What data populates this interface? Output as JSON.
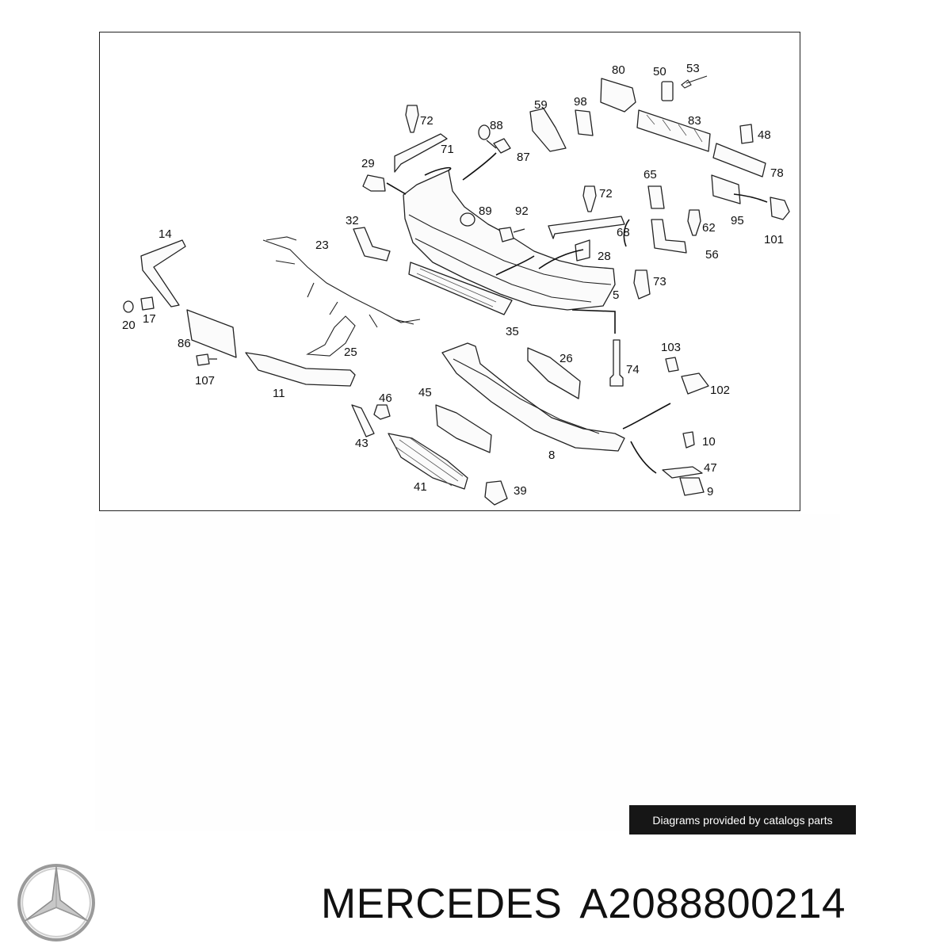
{
  "diagram": {
    "callouts": [
      {
        "id": "c80",
        "text": "80"
      },
      {
        "id": "c50",
        "text": "50"
      },
      {
        "id": "c53",
        "text": "53"
      },
      {
        "id": "c72a",
        "text": "72"
      },
      {
        "id": "c59",
        "text": "59"
      },
      {
        "id": "c98",
        "text": "98"
      },
      {
        "id": "c88",
        "text": "88"
      },
      {
        "id": "c83",
        "text": "83"
      },
      {
        "id": "c48",
        "text": "48"
      },
      {
        "id": "c71",
        "text": "71"
      },
      {
        "id": "c87",
        "text": "87"
      },
      {
        "id": "c29",
        "text": "29"
      },
      {
        "id": "c65",
        "text": "65"
      },
      {
        "id": "c78",
        "text": "78"
      },
      {
        "id": "c72b",
        "text": "72"
      },
      {
        "id": "c89",
        "text": "89"
      },
      {
        "id": "c92",
        "text": "92"
      },
      {
        "id": "c95",
        "text": "95"
      },
      {
        "id": "c62",
        "text": "62"
      },
      {
        "id": "c101",
        "text": "101"
      },
      {
        "id": "c68",
        "text": "68"
      },
      {
        "id": "c32",
        "text": "32"
      },
      {
        "id": "c14",
        "text": "14"
      },
      {
        "id": "c23",
        "text": "23"
      },
      {
        "id": "c56",
        "text": "56"
      },
      {
        "id": "c28",
        "text": "28"
      },
      {
        "id": "c73",
        "text": "73"
      },
      {
        "id": "c5",
        "text": "5"
      },
      {
        "id": "c20",
        "text": "20"
      },
      {
        "id": "c17",
        "text": "17"
      },
      {
        "id": "c35",
        "text": "35"
      },
      {
        "id": "c86",
        "text": "86"
      },
      {
        "id": "c25",
        "text": "25"
      },
      {
        "id": "c26",
        "text": "26"
      },
      {
        "id": "c103",
        "text": "103"
      },
      {
        "id": "c74",
        "text": "74"
      },
      {
        "id": "c107",
        "text": "107"
      },
      {
        "id": "c11",
        "text": "11"
      },
      {
        "id": "c102",
        "text": "102"
      },
      {
        "id": "c45",
        "text": "45"
      },
      {
        "id": "c46",
        "text": "46"
      },
      {
        "id": "c10",
        "text": "10"
      },
      {
        "id": "c43",
        "text": "43"
      },
      {
        "id": "c8",
        "text": "8"
      },
      {
        "id": "c47",
        "text": "47"
      },
      {
        "id": "c41",
        "text": "41"
      },
      {
        "id": "c39",
        "text": "39"
      },
      {
        "id": "c9",
        "text": "9"
      }
    ]
  },
  "credit_badge": "Diagrams provided by catalogs parts",
  "brand": "MERCEDES",
  "part_number": "A2088800214",
  "colors": {
    "line": "#222222",
    "badge_bg": "#161616",
    "badge_text": "#ffffff",
    "title": "#111111"
  },
  "icons": {
    "brand_logo": "three-pointed-star-logo"
  }
}
